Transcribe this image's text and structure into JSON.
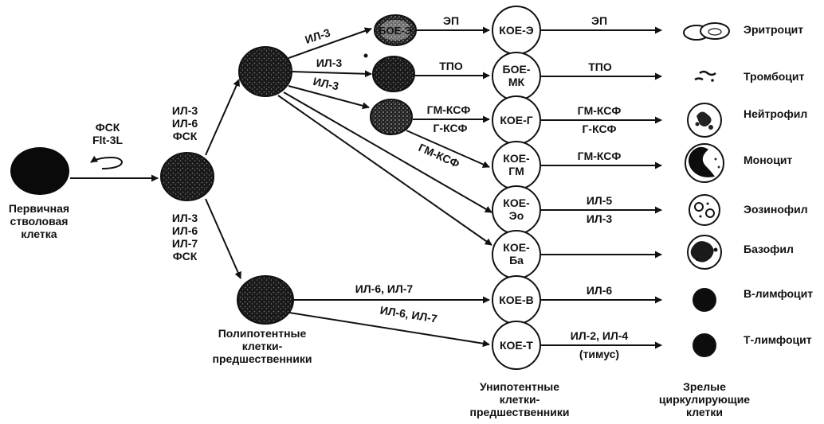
{
  "primary": {
    "l1": "Первичная",
    "l2": "стволовая",
    "l3": "клетка"
  },
  "primary_factors": {
    "l1": "ФСК",
    "l2": "Flt-3L"
  },
  "upper_factors": {
    "l1": "ИЛ-3",
    "l2": "ИЛ-6",
    "l3": "ФСК"
  },
  "lower_factors": {
    "l1": "ИЛ-3",
    "l2": "ИЛ-6",
    "l3": "ИЛ-7",
    "l4": "ФСК"
  },
  "multipotent_caption": {
    "l1": "Полипотентные",
    "l2": "клетки-",
    "l3": "предшественники"
  },
  "unipotent_caption": {
    "l1": "Унипотентные",
    "l2": "клетки-",
    "l3": "предшественники"
  },
  "mature_caption": {
    "l1": "Зрелые",
    "l2": "циркулирующие",
    "l3": "клетки"
  },
  "early_progenitors": {
    "boe_e": "БОЕ-Э",
    "il3_a": "ИЛ-3",
    "il3_b": "ИЛ-3",
    "il3_c": "ИЛ-3",
    "ep_1": "ЭП",
    "tpo_1": "ТПО",
    "gmcsf_1": "ГМ-КСФ",
    "gcsf_1": "Г-КСФ",
    "gmcsf_diag": "ГМ-КСФ",
    "il67_1": "ИЛ-6, ИЛ-7",
    "il67_2": "ИЛ-6, ИЛ-7"
  },
  "unipotent": {
    "koe_e": "КОЕ-Э",
    "boe_mk_l1": "БОЕ-",
    "boe_mk_l2": "МК",
    "koe_g": "КОЕ-Г",
    "koe_gm_l1": "КОЕ-",
    "koe_gm_l2": "ГМ",
    "koe_eo_l1": "КОЕ-",
    "koe_eo_l2": "Эо",
    "koe_ba_l1": "КОЕ-",
    "koe_ba_l2": "Ба",
    "koe_b": "КОЕ-В",
    "koe_t": "КОЕ-Т"
  },
  "final_factors": {
    "ep": "ЭП",
    "tpo": "ТПО",
    "gmcsf_a": "ГМ-КСФ",
    "gcsf": "Г-КСФ",
    "gmcsf_b": "ГМ-КСФ",
    "il5": "ИЛ-5",
    "il3": "ИЛ-3",
    "il6": "ИЛ-6",
    "il24": "ИЛ-2, ИЛ-4",
    "thymus": "(тимус)"
  },
  "mature": {
    "erythrocyte": "Эритроцит",
    "thrombocyte": "Тромбоцит",
    "neutrophil": "Нейтрофил",
    "monocyte": "Моноцит",
    "eosinophil": "Эозинофил",
    "basophil": "Базофил",
    "b_lymph": "В-лимфоцит",
    "t_lymph": "Т-лимфоцит"
  },
  "colors": {
    "ink": "#111111",
    "background": "#ffffff"
  }
}
